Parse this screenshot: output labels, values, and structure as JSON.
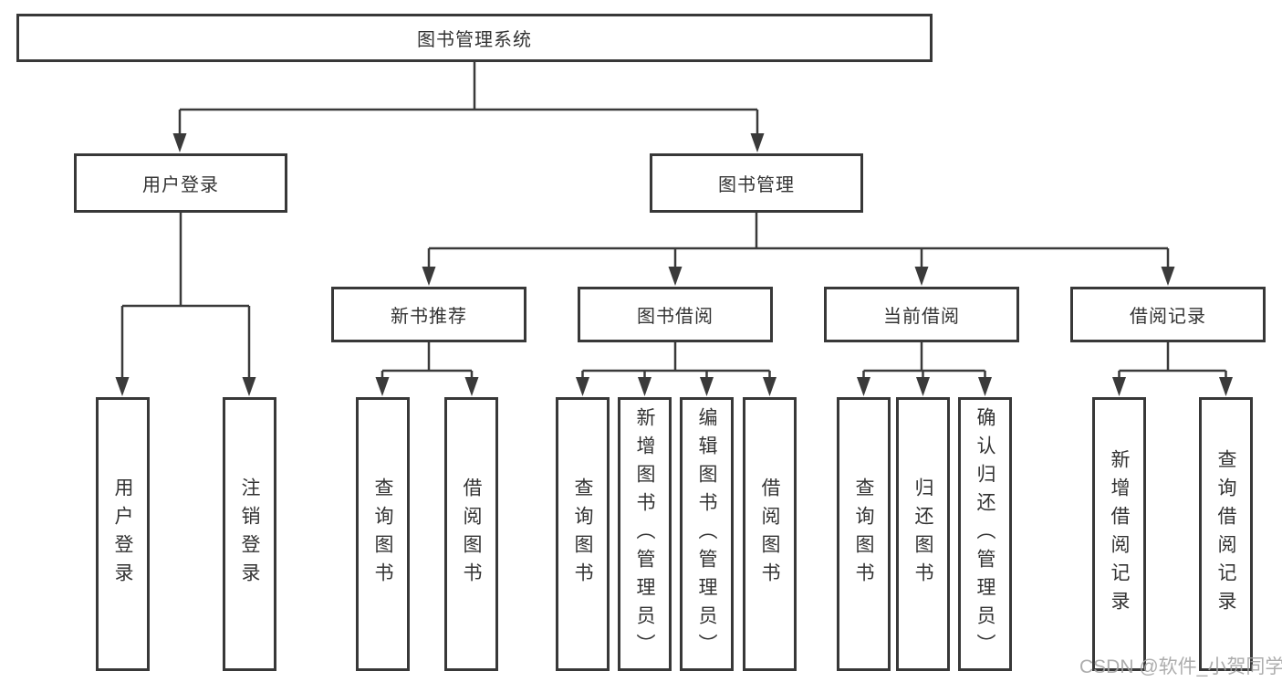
{
  "tree": {
    "label": "图书管理系统",
    "children": [
      {
        "label": "用户登录",
        "children": [
          {
            "label": "用户登录"
          },
          {
            "label": "注销登录"
          }
        ]
      },
      {
        "label": "图书管理",
        "children": [
          {
            "label": "新书推荐",
            "children": [
              {
                "label": "查询图书"
              },
              {
                "label": "借阅图书"
              }
            ]
          },
          {
            "label": "图书借阅",
            "children": [
              {
                "label": "查询图书"
              },
              {
                "label": "新增图书（管理员）"
              },
              {
                "label": "编辑图书（管理员）"
              },
              {
                "label": "借阅图书"
              }
            ]
          },
          {
            "label": "当前借阅",
            "children": [
              {
                "label": "查询图书"
              },
              {
                "label": "归还图书"
              },
              {
                "label": "确认归还（管理员）"
              }
            ]
          },
          {
            "label": "借阅记录",
            "children": [
              {
                "label": "新增借阅记录"
              },
              {
                "label": "查询借阅记录"
              }
            ]
          }
        ]
      }
    ]
  },
  "watermark": {
    "text": "CSDN @软件_小贺同学"
  },
  "colors": {
    "line": "#3a3a3a",
    "border": "#383838",
    "text": "#333333",
    "watermark": "#a2a2a2",
    "background": "#ffffff"
  }
}
